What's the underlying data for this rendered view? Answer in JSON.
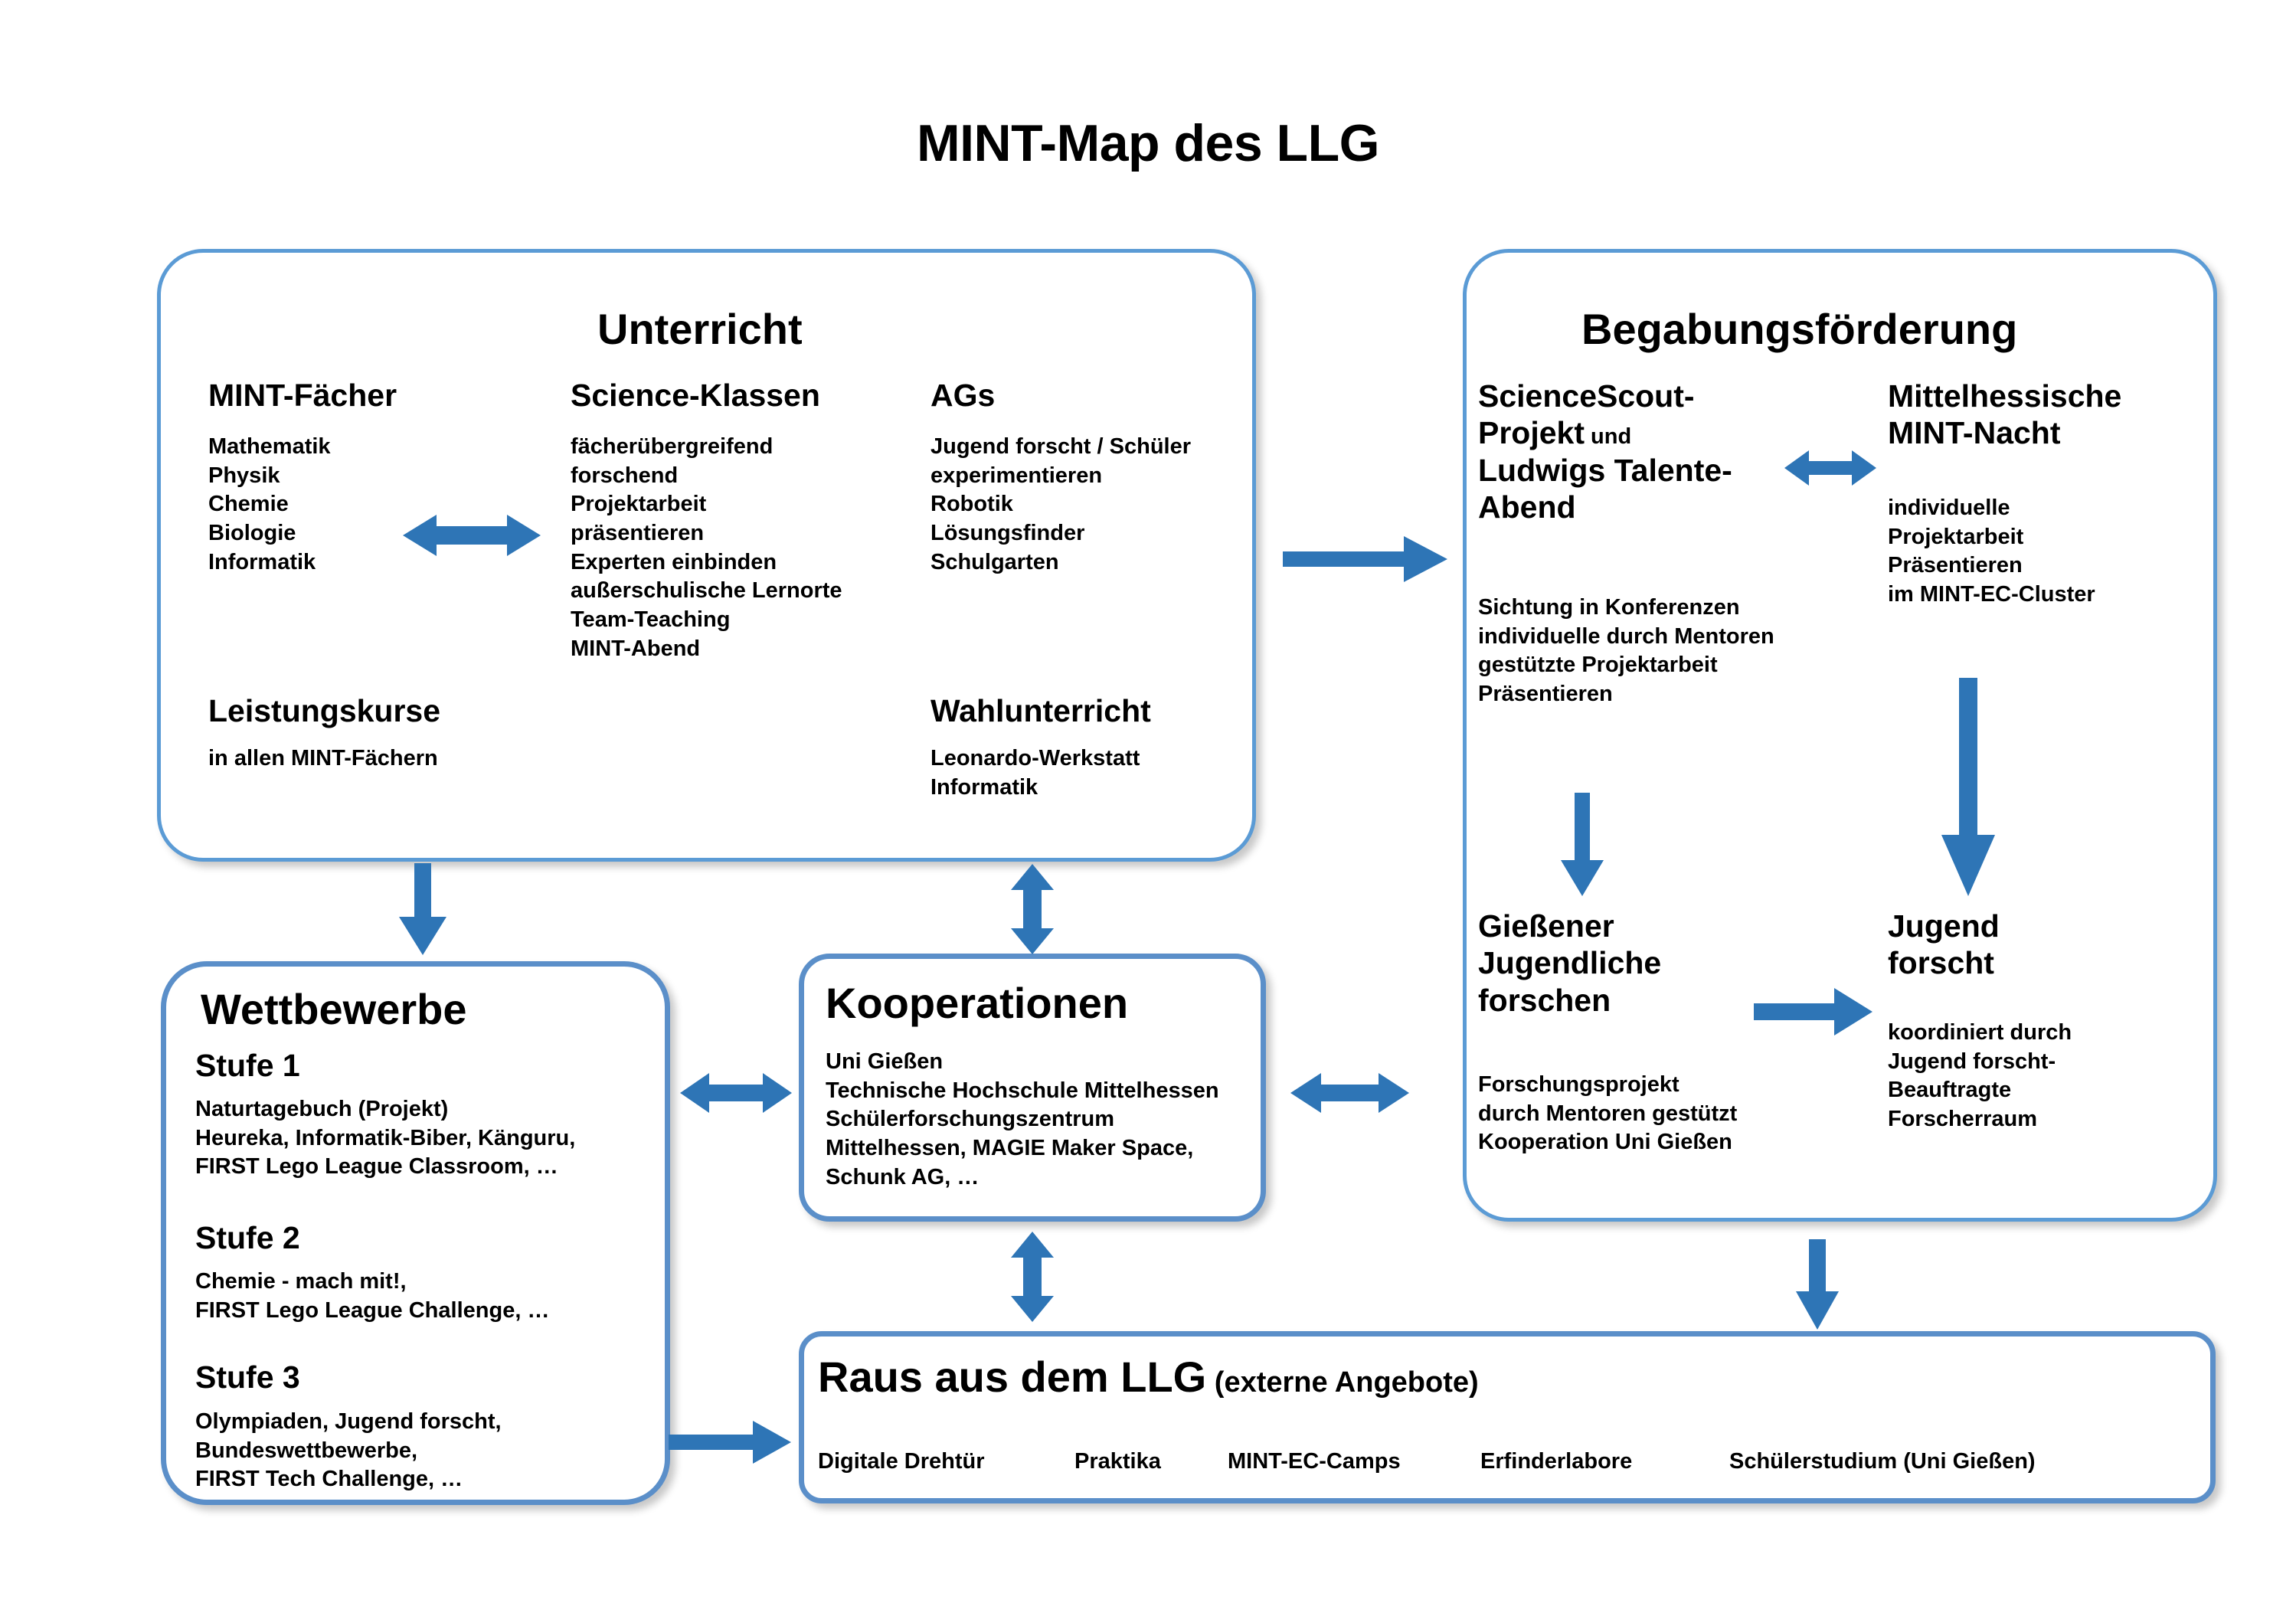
{
  "title": "MINT-Map des LLG",
  "colors": {
    "arrow": "#2E75B6",
    "box_border": "#5B9BD5",
    "box_border_thick": "#5B8FC9",
    "text": "#000000",
    "background": "#FFFFFF"
  },
  "unterricht": {
    "heading": "Unterricht",
    "columns": [
      {
        "heading": "MINT-Fächer",
        "items": [
          "Mathematik",
          "Physik",
          "Chemie",
          "Biologie",
          "Informatik"
        ]
      },
      {
        "heading": "Science-Klassen",
        "items": [
          "fächerübergreifend",
          "forschend",
          "Projektarbeit",
          "präsentieren",
          "Experten einbinden",
          "außerschulische Lernorte",
          "Team-Teaching",
          "MINT-Abend"
        ]
      },
      {
        "heading": "AGs",
        "items": [
          "Jugend forscht / Schüler",
          "experimentieren",
          "Robotik",
          "Lösungsfinder",
          "Schulgarten"
        ]
      }
    ],
    "leistungskurse": {
      "heading": "Leistungskurse",
      "items": [
        "in allen MINT-Fächern"
      ]
    },
    "wahlunterricht": {
      "heading": "Wahlunterricht",
      "items": [
        "Leonardo-Werkstatt",
        "Informatik"
      ]
    }
  },
  "begabungsfoerderung": {
    "heading": "Begabungsförderung",
    "sciencescout": {
      "heading_line1": "ScienceScout-",
      "heading_line2_bold": "Projekt",
      "heading_line2_small": " und",
      "heading_line3": "Ludwigs Talente-",
      "heading_line4": "Abend",
      "items": [
        "Sichtung in Konferenzen",
        "individuelle durch Mentoren",
        "gestützte Projektarbeit",
        "Präsentieren"
      ]
    },
    "mintnacht": {
      "heading_line1": "Mittelhessische",
      "heading_line2": "MINT-Nacht",
      "items": [
        "individuelle",
        "Projektarbeit",
        "Präsentieren",
        "im MINT-EC-Cluster"
      ]
    },
    "giessener": {
      "heading_line1": "Gießener",
      "heading_line2": "Jugendliche",
      "heading_line3": "forschen",
      "items": [
        "Forschungsprojekt",
        "durch Mentoren gestützt",
        "Kooperation Uni Gießen"
      ]
    },
    "jugendforscht": {
      "heading_line1": "Jugend",
      "heading_line2": "forscht",
      "items": [
        "koordiniert durch",
        "Jugend forscht-",
        "Beauftragte",
        "Forscherraum"
      ]
    }
  },
  "wettbewerbe": {
    "heading": "Wettbewerbe",
    "stufen": [
      {
        "heading": "Stufe 1",
        "items": [
          "Naturtagebuch (Projekt)",
          "Heureka, Informatik-Biber, Känguru,",
          "FIRST Lego League Classroom, …"
        ]
      },
      {
        "heading": "Stufe 2",
        "items": [
          "Chemie - mach mit!,",
          "FIRST Lego League Challenge, …"
        ]
      },
      {
        "heading": "Stufe 3",
        "items": [
          "Olympiaden, Jugend forscht,",
          "Bundeswettbewerbe,",
          "FIRST Tech Challenge, …"
        ]
      }
    ]
  },
  "kooperationen": {
    "heading": "Kooperationen",
    "items": [
      "Uni Gießen",
      "Technische Hochschule Mittelhessen",
      "Schülerforschungszentrum",
      "Mittelhessen, MAGIE Maker Space,",
      "Schunk AG, …"
    ]
  },
  "raus": {
    "heading_bold": "Raus aus dem LLG",
    "heading_small": " (externe Angebote)",
    "items": [
      "Digitale Drehtür",
      "Praktika",
      "MINT-EC-Camps",
      "Erfinderlabore",
      "Schülerstudium (Uni Gießen)"
    ]
  },
  "arrows": [
    {
      "name": "mint-faecher-to-science-klassen",
      "direction": "double-horizontal"
    },
    {
      "name": "unterricht-to-begabungsfoerderung",
      "direction": "right"
    },
    {
      "name": "unterricht-to-wettbewerbe",
      "direction": "down"
    },
    {
      "name": "kooperationen-to-unterricht",
      "direction": "double-vertical"
    },
    {
      "name": "wettbewerbe-to-kooperationen",
      "direction": "double-horizontal"
    },
    {
      "name": "kooperationen-to-begabungsfoerderung",
      "direction": "double-horizontal"
    },
    {
      "name": "kooperationen-to-raus",
      "direction": "double-vertical"
    },
    {
      "name": "wettbewerbe-to-raus",
      "direction": "right"
    },
    {
      "name": "sciencescout-to-mintnacht",
      "direction": "double-horizontal"
    },
    {
      "name": "sciencescout-to-giessener",
      "direction": "down"
    },
    {
      "name": "mintnacht-to-jugendforscht",
      "direction": "down"
    },
    {
      "name": "giessener-to-jugendforscht",
      "direction": "right"
    },
    {
      "name": "begabungsfoerderung-to-raus",
      "direction": "down"
    }
  ]
}
